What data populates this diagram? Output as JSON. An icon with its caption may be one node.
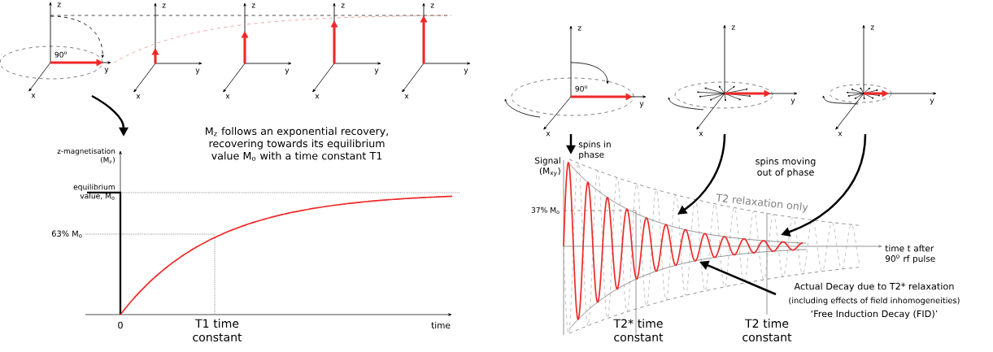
{
  "diagram": {
    "nodes": [
      {
        "text": [
          "z",
          "90$^{o}$",
          "y",
          "x"
        ]
      },
      {
        "text": [
          "z",
          "y",
          "x"
        ]
      },
      {
        "text": [
          "z",
          "y",
          "x"
        ]
      },
      {
        "text": [
          "z",
          "y",
          "x"
        ]
      },
      {
        "text": [
          "z",
          "y",
          "x"
        ]
      },
      {
        "text": [
          "z-magnetisation (M$_{z}$)",
          "equilibrium value, M$_{o}$",
          "63% M$_{o}$",
          "0",
          "T1 time constant",
          "time"
        ]
      },
      {
        "text": [
          "z",
          "90$^{o}$",
          "y",
          "x"
        ]
      },
      {
        "text": [
          "z",
          "y",
          "x"
        ]
      },
      {
        "text": [
          "z",
          "y",
          "x"
        ]
      },
      {
        "text": [
          "Signal (M$_{xy}$)",
          "37% M$_{o}$",
          "T2 relaxation only",
          "time t after 90$^{o}$ rf pulse",
          "T2* time constant",
          "T2 time constant"
        ]
      },
      {
        "text": [
          "Actual Decay due to T2* relaxation",
          "(including effects of field inhomogeneities)",
          "‘Free Induction Decay (FID)’"
        ],
        "in": 9
      }
    ],
    "edges": [
      {
        "from": 0,
        "to": 5,
        "arrow": "to"
      },
      {
        "from": 6,
        "to": 9,
        "arrow": "to",
        "label": "spins in phase"
      },
      {
        "from": 7,
        "to": 9,
        "arrow": "to"
      },
      {
        "from": 8,
        "to": null,
        "arrow": "to"
      },
      {
        "from": 10,
        "to": null,
        "arrow": "to"
      },
      {
        "from": 0,
        "to": 1,
        "arrow": "none",
        "style": "dashed"
      },
      {
        "from": 1,
        "to": 2,
        "arrow": "none",
        "style": "dashed"
      },
      {
        "from": 2,
        "to": 3,
        "arrow": "none",
        "style": "dashed"
      },
      {
        "from": 3,
        "to": 4,
        "arrow": "none",
        "style": "dashed"
      },
      {
        "from": 0,
        "to": 1,
        "arrow": "none",
        "style": "dashed",
        "color": "#f08080"
      },
      {
        "from": 1,
        "to": 2,
        "arrow": "none",
        "style": "dashed",
        "color": "#f08080"
      },
      {
        "from": 2,
        "to": 3,
        "arrow": "none",
        "style": "dashed",
        "color": "#f08080"
      },
      {
        "from": 3,
        "to": 4,
        "arrow": "none",
        "style": "dashed",
        "color": "#f08080"
      }
    ],
    "labels": [
      "M$_{z}$ follows an exponential recovery, recovering towards its equilibrium value M$_{o}$ with a time constant T1",
      "spins moving out of phase"
    ]
  }
}
